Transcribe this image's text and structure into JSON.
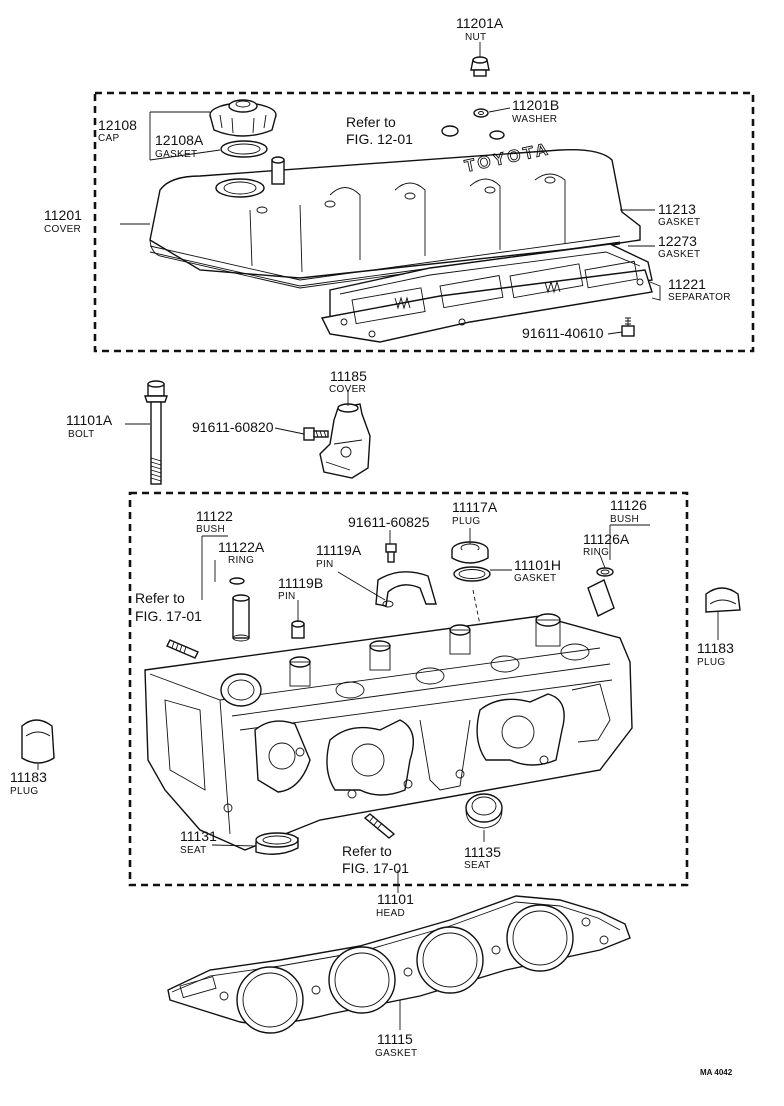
{
  "parts": {
    "nut": {
      "number": "11201A",
      "name": "NUT"
    },
    "washer": {
      "number": "11201B",
      "name": "WASHER"
    },
    "cap": {
      "number": "12108",
      "name": "CAP"
    },
    "cap_gasket": {
      "number": "12108A",
      "name": "GASKET"
    },
    "cover": {
      "number": "11201",
      "name": "COVER"
    },
    "cover_gasket": {
      "number": "11213",
      "name": "GASKET"
    },
    "separator_gasket": {
      "number": "12273",
      "name": "GASKET"
    },
    "separator": {
      "number": "11221",
      "name": "SEPARATOR"
    },
    "separator_bolt": {
      "number": "91611-40610"
    },
    "head_bolt": {
      "number": "11101A",
      "name": "BOLT"
    },
    "small_cover": {
      "number": "11185",
      "name": "COVER"
    },
    "small_cover_bolt": {
      "number": "91611-60820"
    },
    "bush_intake": {
      "number": "11122",
      "name": "BUSH"
    },
    "ring_intake": {
      "number": "11122A",
      "name": "RING"
    },
    "pin_b": {
      "number": "11119B",
      "name": "PIN"
    },
    "pin_a": {
      "number": "11119A",
      "name": "PIN"
    },
    "pin_bolt": {
      "number": "91611-60825"
    },
    "plug_top": {
      "number": "11117A",
      "name": "PLUG"
    },
    "plug_gasket": {
      "number": "11101H",
      "name": "GASKET"
    },
    "bush_exhaust": {
      "number": "11126",
      "name": "BUSH"
    },
    "ring_exhaust": {
      "number": "11126A",
      "name": "RING"
    },
    "plug_right": {
      "number": "11183",
      "name": "PLUG"
    },
    "plug_left": {
      "number": "11183",
      "name": "PLUG"
    },
    "seat_intake": {
      "number": "11131",
      "name": "SEAT"
    },
    "seat_exhaust": {
      "number": "11135",
      "name": "SEAT"
    },
    "head": {
      "number": "11101",
      "name": "HEAD"
    },
    "head_gasket": {
      "number": "11115",
      "name": "GASKET"
    }
  },
  "references": {
    "fig_12_line1": "Refer to",
    "fig_12_line2": "FIG. 12-01",
    "fig_17a_line1": "Refer to",
    "fig_17a_line2": "FIG. 17-01",
    "fig_17b_line1": "Refer to",
    "fig_17b_line2": "FIG. 17-01"
  },
  "footer": {
    "code": "MA 4042"
  }
}
